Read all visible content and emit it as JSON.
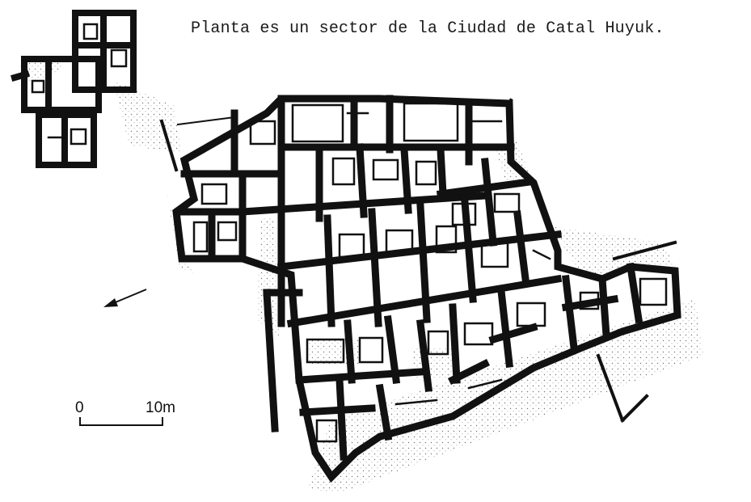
{
  "caption": "Planta es un sector de la Ciudad de Catal Huyuk.",
  "scale_bar": {
    "start_label": "0",
    "end_label": "10m"
  },
  "colors": {
    "ink": "#111111",
    "background": "#ffffff",
    "hatch": "#777777"
  },
  "icons": {
    "north_arrow": "arrow-icon"
  }
}
